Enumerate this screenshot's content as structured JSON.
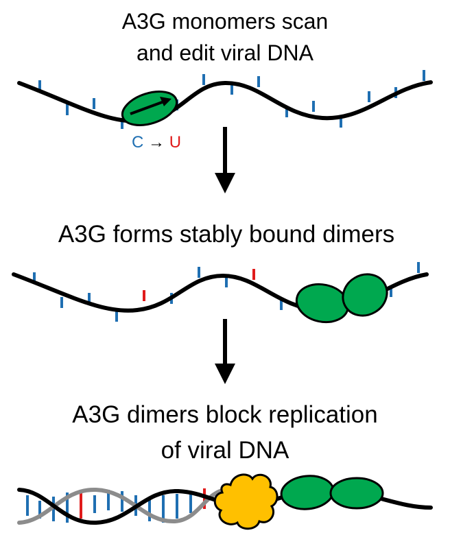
{
  "panels": [
    {
      "caption_lines": [
        "A3G monomers scan",
        "and edit viral DNA"
      ],
      "edit_label": {
        "from": "C",
        "arrow": "→",
        "to": "U"
      }
    },
    {
      "caption_lines": [
        "A3G forms stably bound dimers"
      ]
    },
    {
      "caption_lines": [
        "A3G dimers block replication",
        "of viral DNA"
      ]
    }
  ],
  "colors": {
    "dna_strand": "#000000",
    "complementary_strand": "#8c8c8c",
    "cytosine_mark": "#1f6fb2",
    "uracil_mark": "#e01b1b",
    "a3g_protein": "#00a84f",
    "replication_enzyme": "#ffc000",
    "arrow": "#000000"
  },
  "icons": {
    "protein": "green-ellipse",
    "scan_direction": "arrow",
    "replication_blocker": "yellow-blob"
  }
}
